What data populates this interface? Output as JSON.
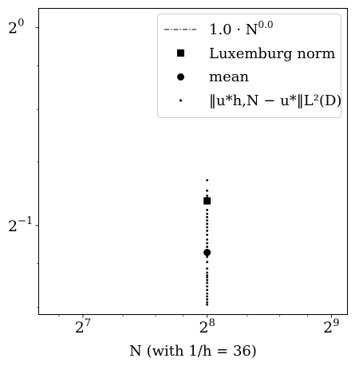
{
  "chart_data": {
    "type": "scatter",
    "xlabel": "N (with 1/h = 36)",
    "x_scale": "log2",
    "y_scale": "log2",
    "xlim": [
      100,
      560
    ],
    "ylim": [
      0.366,
      1.07
    ],
    "x_ticks": [
      {
        "value": 128,
        "base": "2",
        "exp": "7"
      },
      {
        "value": 256,
        "base": "2",
        "exp": "8"
      },
      {
        "value": 512,
        "base": "2",
        "exp": "9"
      }
    ],
    "y_ticks": [
      {
        "value": 1.0,
        "base": "2",
        "exp": "0"
      },
      {
        "value": 0.5,
        "base": "2",
        "exp": "−1"
      }
    ],
    "legend": {
      "position": "top-right",
      "entries": [
        {
          "marker": "dashdot-line",
          "text": "1.0 · N",
          "sup": "0.0"
        },
        {
          "marker": "square",
          "text": "Luxemburg norm"
        },
        {
          "marker": "circle",
          "text": "mean"
        },
        {
          "marker": "small-dot",
          "text": "‖u*h,N − u*‖L²(D)"
        }
      ]
    },
    "series": [
      {
        "marker": "square",
        "x": [
          256
        ],
        "y": [
          0.545
        ]
      },
      {
        "marker": "circle",
        "x": [
          256
        ],
        "y": [
          0.455
        ]
      },
      {
        "marker": "small-dot",
        "x": 256,
        "y": [
          0.586,
          0.565,
          0.555,
          0.551,
          0.547,
          0.543,
          0.54,
          0.528,
          0.521,
          0.515,
          0.509,
          0.503,
          0.497,
          0.491,
          0.484,
          0.476,
          0.47,
          0.464,
          0.459,
          0.452,
          0.448,
          0.44,
          0.43,
          0.424,
          0.42,
          0.417,
          0.413,
          0.409,
          0.404,
          0.399,
          0.394,
          0.39,
          0.386,
          0.382,
          0.379
        ]
      }
    ]
  }
}
